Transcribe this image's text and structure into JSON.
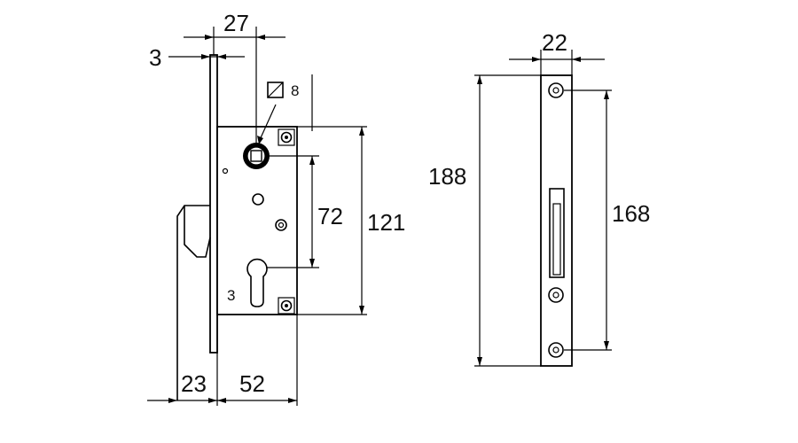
{
  "dimensions": {
    "width_27": "27",
    "thickness_3": "3",
    "square_8": "8",
    "height_72": "72",
    "height_121": "121",
    "backset_23": "23",
    "width_52": "52",
    "faceplate_22": "22",
    "faceplate_188": "188",
    "screw_168": "168",
    "cylinder_3": "3"
  }
}
